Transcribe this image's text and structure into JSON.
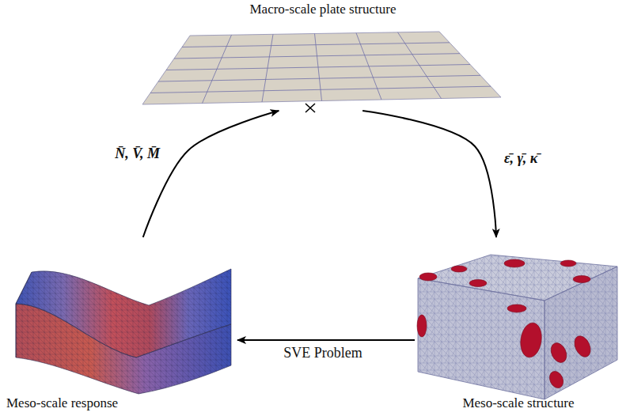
{
  "diagram": {
    "nodes": [
      {
        "text": [
          "Macro-scale plate structure"
        ]
      },
      {
        "text": [
          "Meso-scale structure"
        ]
      },
      {
        "text": [
          "Meso-scale response"
        ]
      }
    ],
    "edges": [
      {
        "from": 0,
        "to": 1,
        "arrow": "to",
        "label": "ε̄, γ̄, κ̄"
      },
      {
        "from": 1,
        "to": 2,
        "arrow": "to",
        "label": "SVE Problem"
      },
      {
        "from": 2,
        "to": 0,
        "arrow": "to",
        "label": "N̄, V̄, M̄"
      }
    ]
  }
}
